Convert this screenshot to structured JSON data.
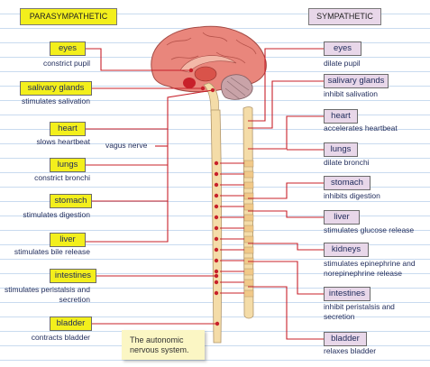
{
  "headers": {
    "left": "PARASYMPATHETIC",
    "right": "SYMPATHETIC"
  },
  "colors": {
    "parasympathetic_label": "#f3ef1c",
    "sympathetic_label": "#e8d7e9",
    "nerve": "#c8202a",
    "spinal_cord": "#f4dca8",
    "notebook_lines": "#c9dbef"
  },
  "vagus_label": "vagus nerve",
  "caption": "The autonomic nervous system.",
  "parasympathetic": [
    {
      "organ": "eyes",
      "effect": "constrict pupil"
    },
    {
      "organ": "salivary glands",
      "effect": "stimulates salivation"
    },
    {
      "organ": "heart",
      "effect": "slows heartbeat"
    },
    {
      "organ": "lungs",
      "effect": "constrict bronchi"
    },
    {
      "organ": "stomach",
      "effect": "stimulates digestion"
    },
    {
      "organ": "liver",
      "effect": "stimulates bile release"
    },
    {
      "organ": "intestines",
      "effect": "stimulates peristalsis and secretion"
    },
    {
      "organ": "bladder",
      "effect": "contracts bladder"
    }
  ],
  "sympathetic": [
    {
      "organ": "eyes",
      "effect": "dilate pupil"
    },
    {
      "organ": "salivary glands",
      "effect": "inhibit salivation"
    },
    {
      "organ": "heart",
      "effect": "accelerates heartbeat"
    },
    {
      "organ": "lungs",
      "effect": "dilate bronchi"
    },
    {
      "organ": "stomach",
      "effect": "inhibits digestion"
    },
    {
      "organ": "liver",
      "effect": "stimulates glucose release"
    },
    {
      "organ": "kidneys",
      "effect": "stimulates epinephrine and norepinephrine release"
    },
    {
      "organ": "intestines",
      "effect": "inhibit peristalsis and secretion"
    },
    {
      "organ": "bladder",
      "effect": "relaxes bladder"
    }
  ]
}
